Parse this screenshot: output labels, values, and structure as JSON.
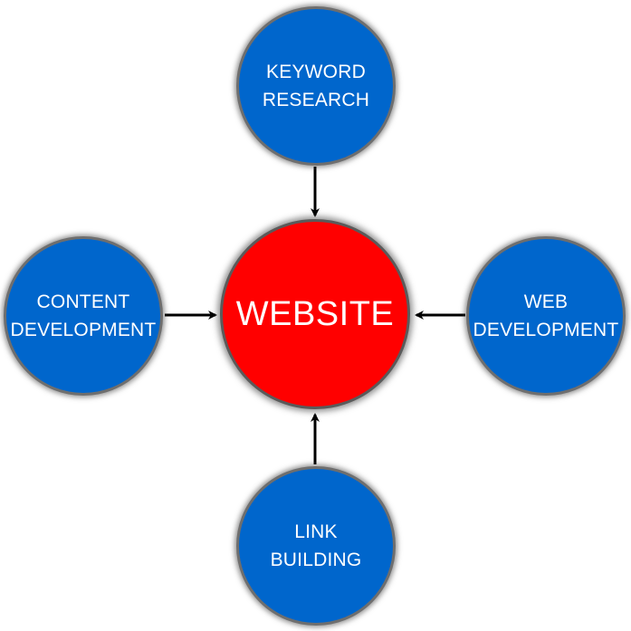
{
  "center": {
    "label": "WEBSITE"
  },
  "nodes": {
    "top": {
      "line1": "KEYWORD",
      "line2": "RESEARCH"
    },
    "left": {
      "line1": "CONTENT",
      "line2": "DEVELOPMENT"
    },
    "right": {
      "line1": "WEB",
      "line2": "DEVELOPMENT"
    },
    "bottom": {
      "line1": "LINK",
      "line2": "BUILDING"
    }
  },
  "colors": {
    "outer_fill": "#0066cc",
    "center_fill": "#ff0000",
    "arrow": "#000000"
  }
}
